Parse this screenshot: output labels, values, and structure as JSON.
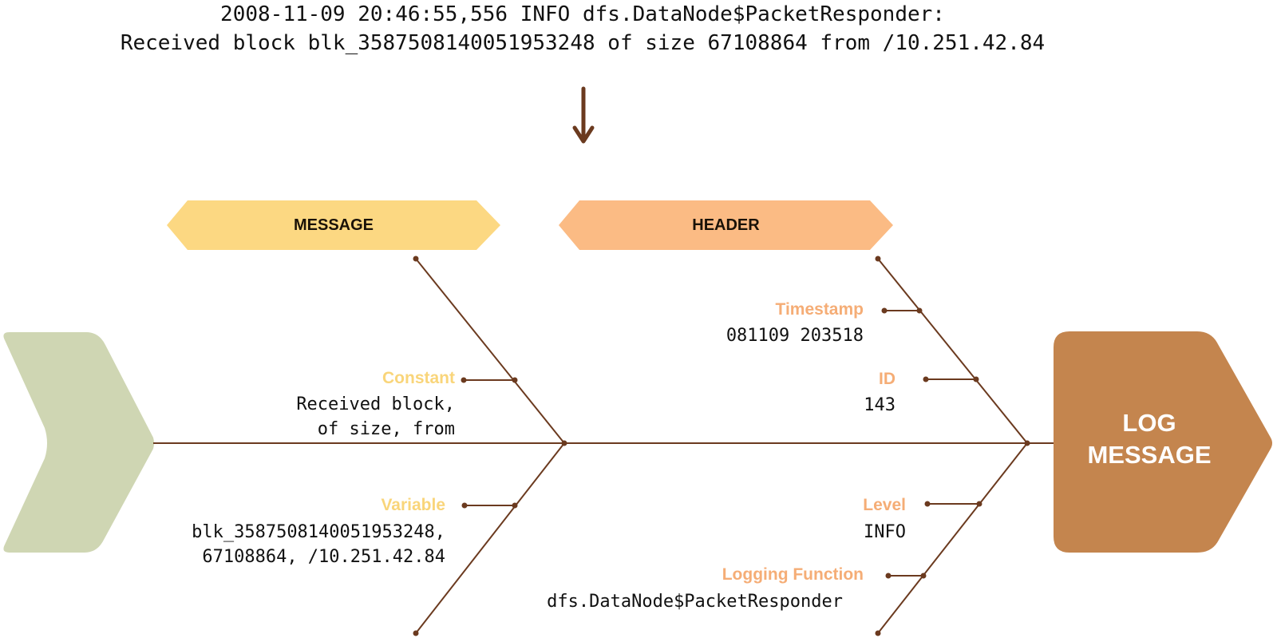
{
  "raw_log": {
    "line1": "2008-11-09 20:46:55,556 INFO dfs.DataNode$PacketResponder:",
    "line2": "Received block blk_3587508140051953248 of size 67108864 from /10.251.42.84"
  },
  "categories": {
    "message": "MESSAGE",
    "header": "HEADER"
  },
  "head": {
    "line1": "LOG",
    "line2": "MESSAGE"
  },
  "fields": {
    "constant": {
      "label": "Constant",
      "value": "Received block,\n  of size, from"
    },
    "variable": {
      "label": "Variable",
      "value": "blk_3587508140051953248,\n 67108864, /10.251.42.84"
    },
    "timestamp": {
      "label": "Timestamp",
      "value": "081109 203518"
    },
    "id": {
      "label": "ID",
      "value": "143"
    },
    "level": {
      "label": "Level",
      "value": "INFO"
    },
    "logging_function": {
      "label": "Logging Function",
      "value": "dfs.DataNode$PacketResponder"
    }
  },
  "colors": {
    "message_banner": "#fcd882",
    "header_banner": "#fbbb84",
    "tail": "#cfd6b3",
    "head": "#c4854e",
    "bone": "#6b3a1f",
    "message_label": "#f9d57a",
    "header_label": "#f5ad76"
  }
}
